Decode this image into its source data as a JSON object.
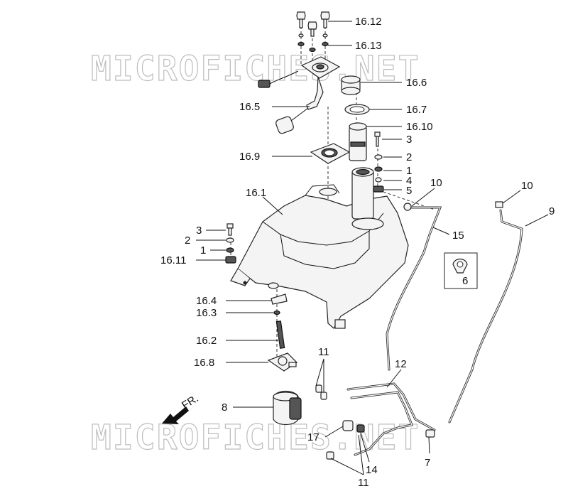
{
  "watermark": {
    "text": "MICROFICHES.NET"
  },
  "direction": {
    "label": "FR."
  },
  "callouts": [
    {
      "id": "c-16-12",
      "text": "16.12"
    },
    {
      "id": "c-16-13",
      "text": "16.13"
    },
    {
      "id": "c-16-6",
      "text": "16.6"
    },
    {
      "id": "c-16-5",
      "text": "16.5"
    },
    {
      "id": "c-16-7",
      "text": "16.7"
    },
    {
      "id": "c-16-10",
      "text": "16.10"
    },
    {
      "id": "c-3a",
      "text": "3"
    },
    {
      "id": "c-16-9",
      "text": "16.9"
    },
    {
      "id": "c-2a",
      "text": "2"
    },
    {
      "id": "c-1a",
      "text": "1"
    },
    {
      "id": "c-4",
      "text": "4"
    },
    {
      "id": "c-5",
      "text": "5"
    },
    {
      "id": "c-10a",
      "text": "10"
    },
    {
      "id": "c-10b",
      "text": "10"
    },
    {
      "id": "c-9",
      "text": "9"
    },
    {
      "id": "c-16-1",
      "text": "16.1"
    },
    {
      "id": "c-15",
      "text": "15"
    },
    {
      "id": "c-3b",
      "text": "3"
    },
    {
      "id": "c-2b",
      "text": "2"
    },
    {
      "id": "c-1b",
      "text": "1"
    },
    {
      "id": "c-16-11",
      "text": "16.11"
    },
    {
      "id": "c-6",
      "text": "6"
    },
    {
      "id": "c-16-4",
      "text": "16.4"
    },
    {
      "id": "c-16-3",
      "text": "16.3"
    },
    {
      "id": "c-16-2",
      "text": "16.2"
    },
    {
      "id": "c-16-8",
      "text": "16.8"
    },
    {
      "id": "c-11a",
      "text": "11"
    },
    {
      "id": "c-12",
      "text": "12"
    },
    {
      "id": "c-8",
      "text": "8"
    },
    {
      "id": "c-17",
      "text": "17"
    },
    {
      "id": "c-14",
      "text": "14"
    },
    {
      "id": "c-7",
      "text": "7"
    },
    {
      "id": "c-11b",
      "text": "11"
    }
  ]
}
